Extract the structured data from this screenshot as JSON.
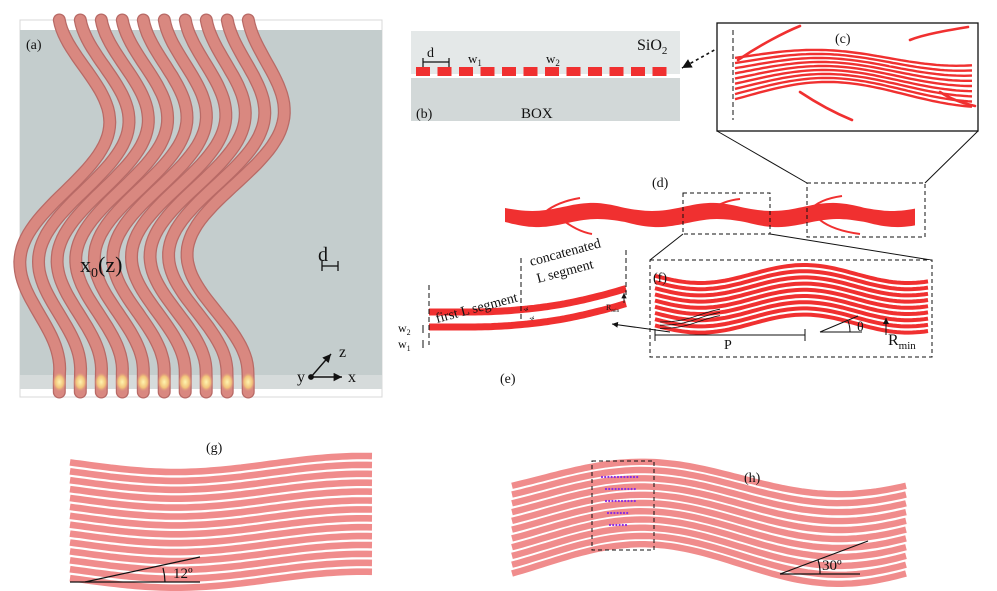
{
  "panels": {
    "a": {
      "label": "(a)",
      "formula": "x",
      "formula_sub": "0",
      "formula_tail": "(z)",
      "spacing": "d",
      "axis_z": "z",
      "axis_x": "x",
      "axis_y": "y",
      "waveguide_count": 10
    },
    "b": {
      "label": "(b)",
      "spacing": "d",
      "w1": "w",
      "w1_sub": "1",
      "w2": "w",
      "w2_sub": "2",
      "top_material": "SiO",
      "top_sub": "2",
      "bottom_material": "BOX",
      "segment_count": 12
    },
    "c": {
      "label": "(c)",
      "waveguide_count": 9
    },
    "d": {
      "label": "(d)"
    },
    "e": {
      "label": "(e)",
      "first_segment": "first L segment",
      "concat_line1": "concatenated",
      "concat_line2": "L segment",
      "w2": "w",
      "w2_sub": "2",
      "w1": "w",
      "w1_sub": "1",
      "rmin": "R",
      "rmin_sub": "min",
      "small_w2": "w",
      "small_w1": "w"
    },
    "f": {
      "label": "(f)",
      "period": "P",
      "angle": "θ",
      "rmin": "R",
      "rmin_sub": "min",
      "waveguide_count": 9
    },
    "g": {
      "label": "(g)",
      "angle": "12º",
      "waveguide_count": 14
    },
    "h": {
      "label": "(h)",
      "angle": "30º",
      "waveguide_count": 11
    }
  },
  "colors": {
    "cladding": "#c4cdcd",
    "guide_pale": "#d98880",
    "guide_edge": "#b86a66",
    "guide_red": "#f03030",
    "guide_pink": "#f08c8c",
    "marker": "#8a2be2",
    "input_glow": "#f5d27a"
  }
}
